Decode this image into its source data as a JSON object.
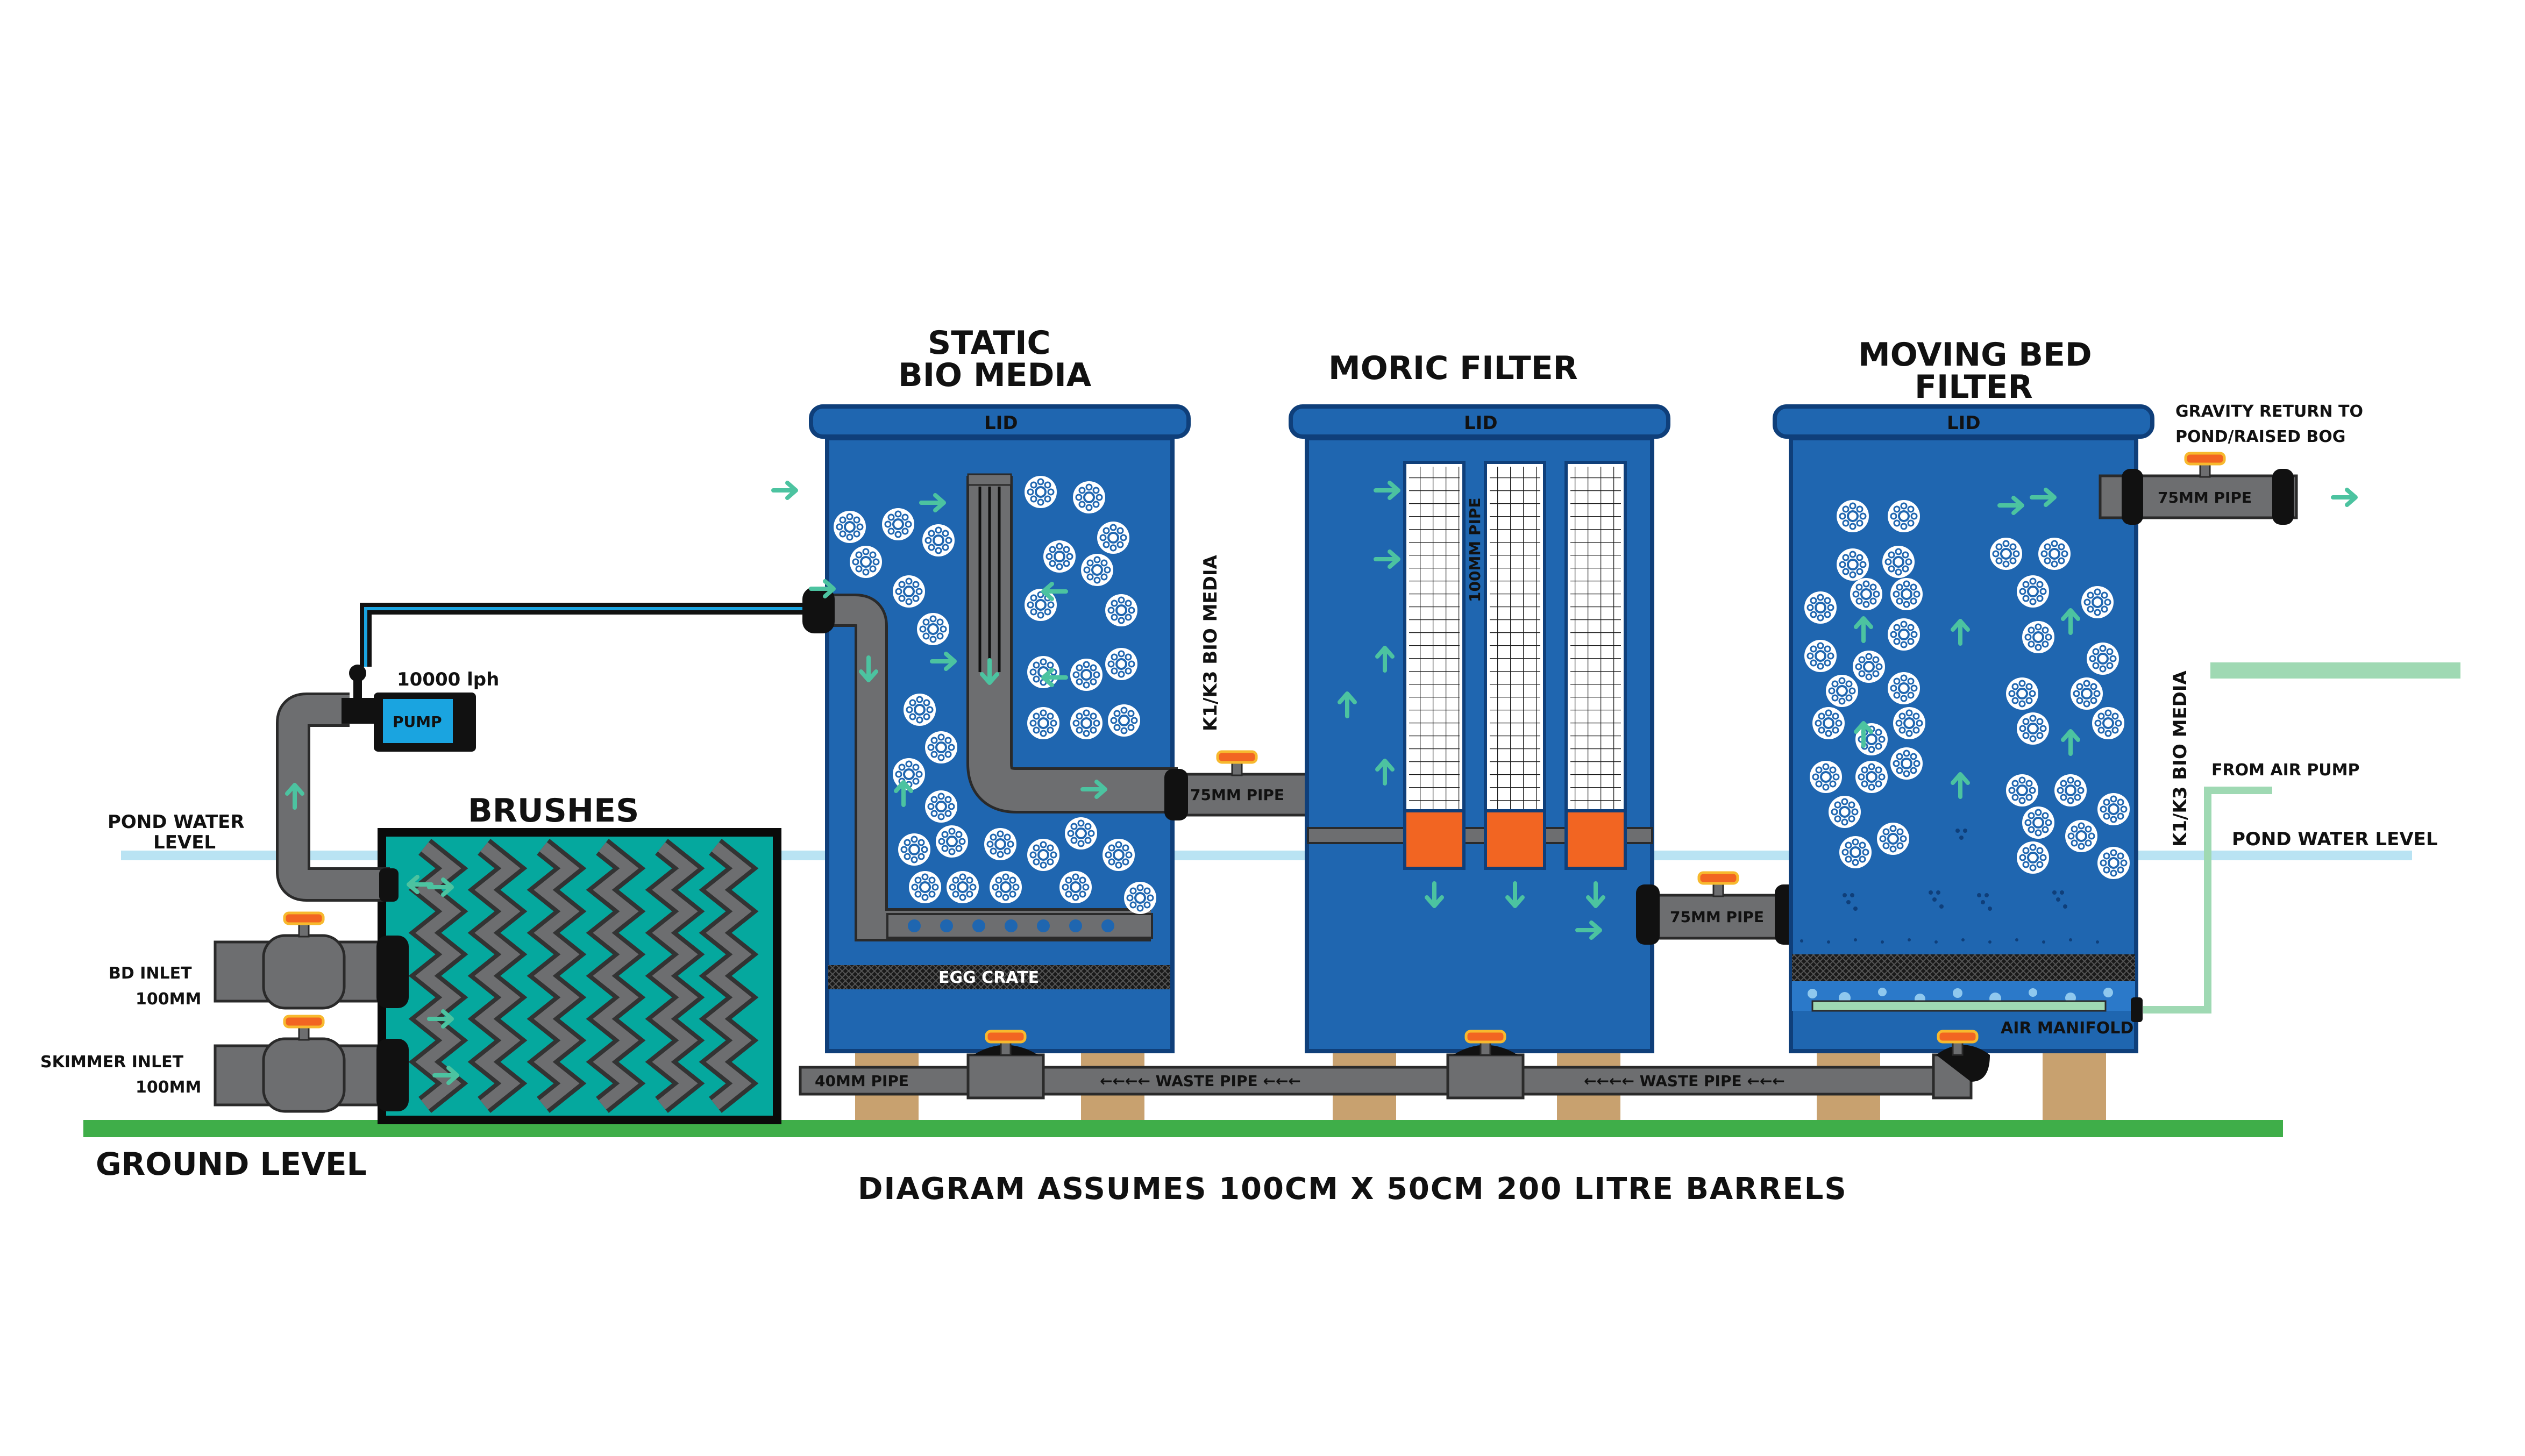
{
  "colors": {
    "barrel": "#1f66b0",
    "barrel_edge": "#0f3f7a",
    "pipe": "#6d6e70",
    "pipe_edge": "#2a2a2a",
    "arrow": "#4cc3a0",
    "water_line": "#b9e3f3",
    "ground": "#3fae49",
    "brush_box": "#05a89e",
    "orange": "#f26522",
    "post": "#c8a16f",
    "air_line": "#9fd9b3",
    "pump_blue": "#1aa4e0"
  },
  "icons": [
    "flow-arrow-icon",
    "valve-icon",
    "bio-media-icon",
    "pump-icon",
    "bubble-icon"
  ],
  "titles": {
    "static_line1": "STATIC",
    "static_line2": "BIO MEDIA",
    "moric": "MORIC FILTER",
    "moving_line1": "MOVING BED",
    "moving_line2": "FILTER",
    "brushes": "BRUSHES"
  },
  "labels": {
    "lid": "LID",
    "k1k3_left": "K1/K3 BIO MEDIA",
    "k1k3_right": "K1/K3 BIO MEDIA",
    "pipe_100": "100MM PIPE",
    "pipe_75": "75MM PIPE",
    "pipe_40": "40MM PIPE",
    "waste_pipe": "←←←← WASTE PIPE ←←←",
    "egg_crate": "EGG CRATE",
    "air_manifold": "AIR MANIFOLD",
    "gravity_line1": "GRAVITY RETURN TO",
    "gravity_line2": "POND/RAISED BOG",
    "from_air_pump": "FROM AIR PUMP",
    "pond_water_left_1": "POND WATER",
    "pond_water_left_2": "LEVEL",
    "pond_water_right": "POND WATER LEVEL",
    "pump_flow": "10000 lph",
    "pump": "PUMP",
    "bd_inlet_1": "BD INLET",
    "bd_inlet_2": "100MM",
    "skimmer_inlet_1": "SKIMMER INLET",
    "skimmer_inlet_2": "100MM",
    "ground_level": "GROUND LEVEL"
  },
  "footer": "DIAGRAM ASSUMES 100CM X 50CM 200 LITRE BARRELS"
}
